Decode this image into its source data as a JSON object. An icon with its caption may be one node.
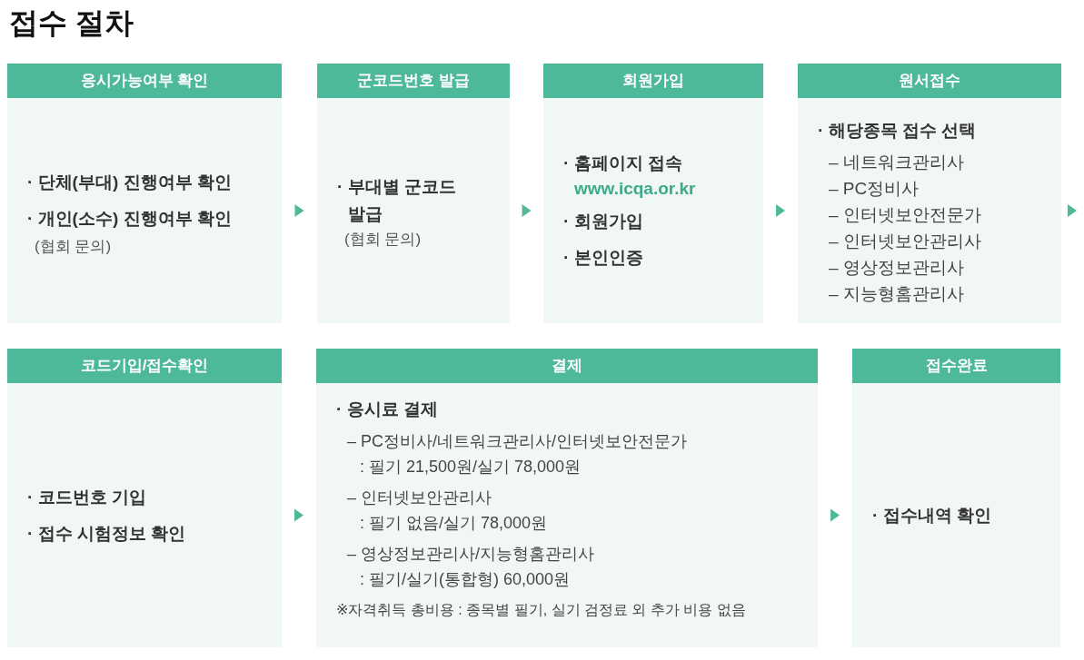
{
  "diagram": {
    "title": "접수 절차",
    "nodes": [
      {
        "text": [
          "응시가능여부 확인",
          "· 단체(부대) 진행여부 확인",
          "· 개인(소수) 진행여부 확인",
          "(협회 문의)"
        ]
      },
      {
        "text": [
          "군코드번호 발급",
          "· 부대별 군코드 발급",
          "(협회 문의)"
        ]
      },
      {
        "text": [
          "회원가입",
          "· 홈페이지 접속",
          "www.icqa.or.kr",
          "· 회원가입",
          "· 본인인증"
        ]
      },
      {
        "text": [
          "원서접수",
          "· 해당종목 접수 선택",
          "– 네트워크관리사",
          "– PC정비사",
          "– 인터넷보안전문가",
          "– 인터넷보안관리사",
          "– 영상정보관리사",
          "– 지능형홈관리사"
        ]
      },
      {
        "text": [
          "코드기입/접수확인",
          "· 코드번호 기입",
          "· 접수 시험정보 확인"
        ]
      },
      {
        "text": [
          "결제",
          "· 응시료 결제",
          "– PC정비사/네트워크관리사/인터넷보안전문가",
          ": 필기 21,500원/실기 78,000원",
          "– 인터넷보안관리사",
          ": 필기 없음/실기 78,000원",
          "– 영상정보관리사/지능형홈관리사",
          ": 필기/실기(통합형) 60,000원",
          "※자격취득 총비용 : 종목별 필기, 실기 검정료 외 추가 비용 없음"
        ]
      },
      {
        "text": [
          "접수완료",
          "· 접수내역 확인"
        ]
      }
    ],
    "edges": [
      {
        "from": 0,
        "to": 1,
        "arrow": "to"
      },
      {
        "from": 1,
        "to": 2,
        "arrow": "to"
      },
      {
        "from": 2,
        "to": 3,
        "arrow": "to"
      },
      {
        "from": 3,
        "to": null,
        "arrow": "to"
      },
      {
        "from": 4,
        "to": 5,
        "arrow": "to"
      },
      {
        "from": 5,
        "to": 6,
        "arrow": "to"
      }
    ]
  }
}
